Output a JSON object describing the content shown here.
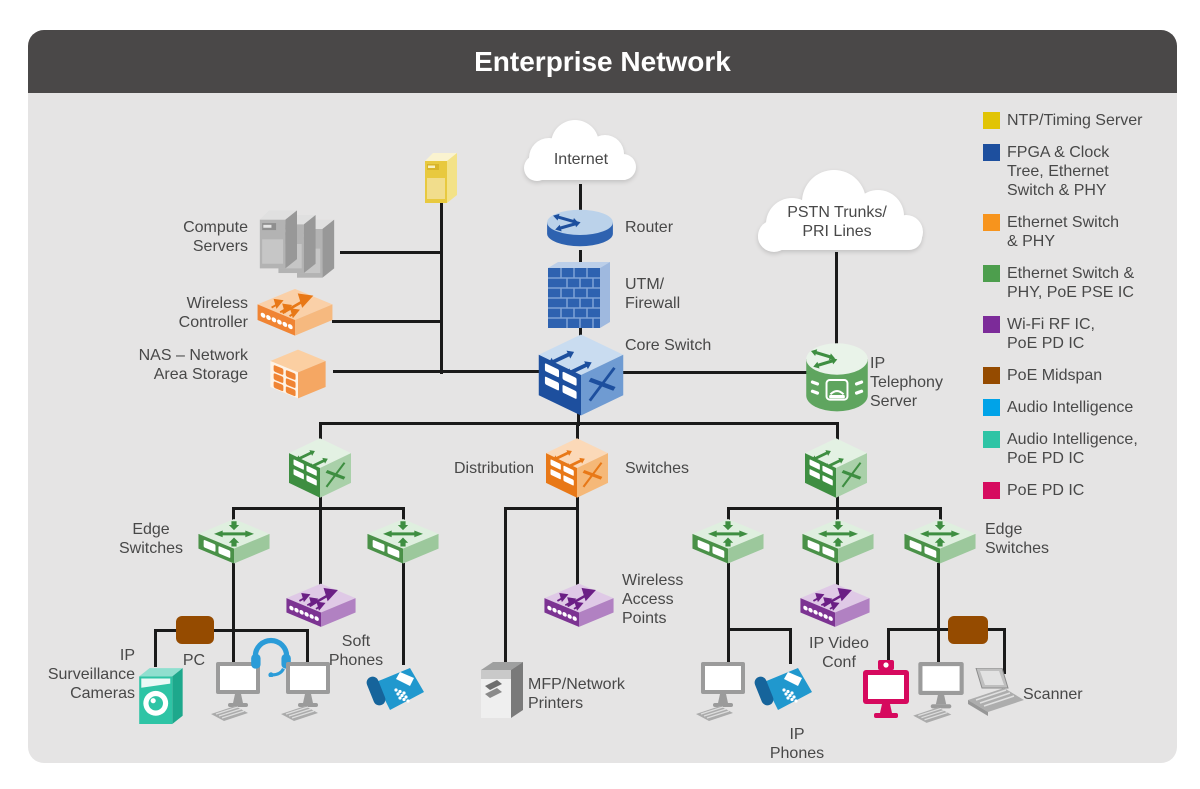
{
  "title": "Enterprise Network",
  "colors": {
    "title_bar": "#4A4848",
    "canvas": "#E5E4E4",
    "wire": "#1A1A1A",
    "label_text": "#484848"
  },
  "legend": {
    "items": [
      {
        "label": "NTP/Timing Server",
        "color": "#E1C405"
      },
      {
        "label": "FPGA & Clock\nTree, Ethernet\nSwitch & PHY",
        "color": "#1D4F9E"
      },
      {
        "label": "Ethernet Switch\n& PHY",
        "color": "#F7941D"
      },
      {
        "label": "Ethernet Switch &\nPHY, PoE PSE IC",
        "color": "#4D9E4D"
      },
      {
        "label": "Wi-Fi RF IC,\nPoE PD IC",
        "color": "#7C2B99"
      },
      {
        "label": "PoE Midspan",
        "color": "#954B00"
      },
      {
        "label": "Audio Intelligence",
        "color": "#00A3E8"
      },
      {
        "label": "Audio Intelligence,\nPoE PD IC",
        "color": "#2EC4A5"
      },
      {
        "label": "PoE PD IC",
        "color": "#D60B5F"
      }
    ]
  },
  "nodes": {
    "compute_servers": "Compute\nServers",
    "wireless_controller": "Wireless\nController",
    "nas": "NAS – Network\nArea Storage",
    "internet": "Internet",
    "router": "Router",
    "utm_firewall": "UTM/\nFirewall",
    "core_switch": "Core Switch",
    "pstn": "PSTN Trunks/\nPRI Lines",
    "ip_telephony_server": "IP\nTelephony\nServer",
    "distribution": "Distribution",
    "switches": "Switches",
    "edge_switches_left": "Edge\nSwitches",
    "edge_switches_right": "Edge\nSwitches",
    "ip_surveillance_cameras": "IP\nSurveillance\nCameras",
    "pc": "PC",
    "soft_phones": "Soft\nPhones",
    "wireless_access_points": "Wireless\nAccess\nPoints",
    "mfp_network_printers": "MFP/Network\nPrinters",
    "ip_video_conf": "IP Video\nConf",
    "ip_phones": "IP\nPhones",
    "scanner": "Scanner"
  }
}
